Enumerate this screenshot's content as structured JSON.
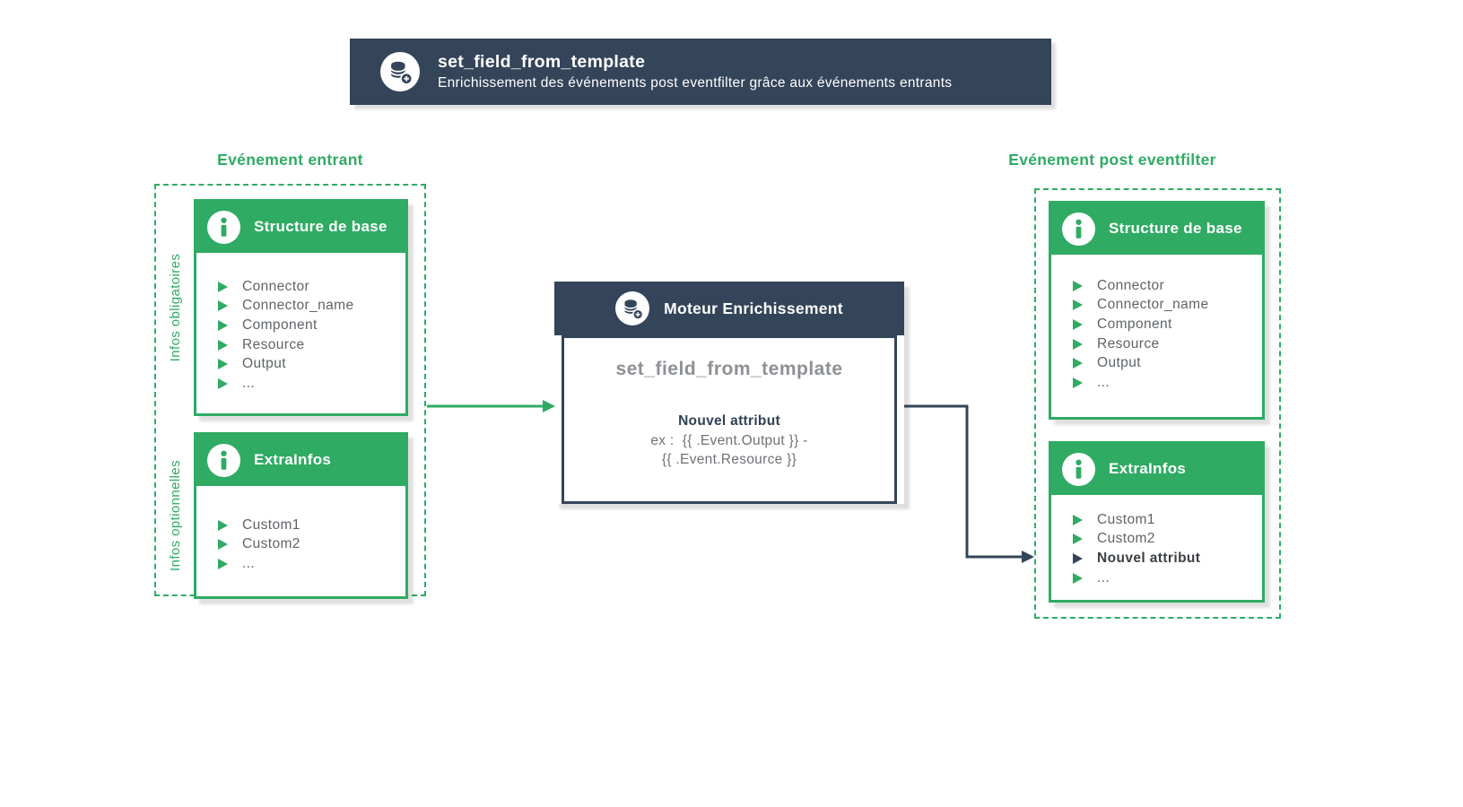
{
  "banner": {
    "title": "set_field_from_template",
    "subtitle": "Enrichissement des événements post eventfilter grâce aux événements entrants"
  },
  "left_group": {
    "title": "Evénement entrant",
    "side_labels": {
      "mandatory": "Infos obligatoires",
      "optional": "Infos optionnelles"
    },
    "boxes": [
      {
        "header": "Structure de base",
        "items": [
          "Connector",
          "Connector_name",
          "Component",
          "Resource",
          "Output",
          "..."
        ]
      },
      {
        "header": "ExtraInfos",
        "items": [
          "Custom1",
          "Custom2",
          "..."
        ]
      }
    ]
  },
  "engine": {
    "header": "Moteur Enrichissement",
    "name": "set_field_from_template",
    "attribute_label": "Nouvel attribut",
    "example_line1": "ex :  {{ .Event.Output }} -",
    "example_line2": "{{ .Event.Resource }}"
  },
  "right_group": {
    "title": "Evénement post eventfilter",
    "boxes": [
      {
        "header": "Structure de base",
        "items": [
          "Connector",
          "Connector_name",
          "Component",
          "Resource",
          "Output",
          "..."
        ]
      },
      {
        "header": "ExtraInfos",
        "items": [
          "Custom1",
          "Custom2",
          "Nouvel attribut",
          "..."
        ]
      }
    ]
  },
  "colors": {
    "accent_green": "#2fab63",
    "dark_navy": "#344459",
    "item_gray": "#5f6468"
  }
}
